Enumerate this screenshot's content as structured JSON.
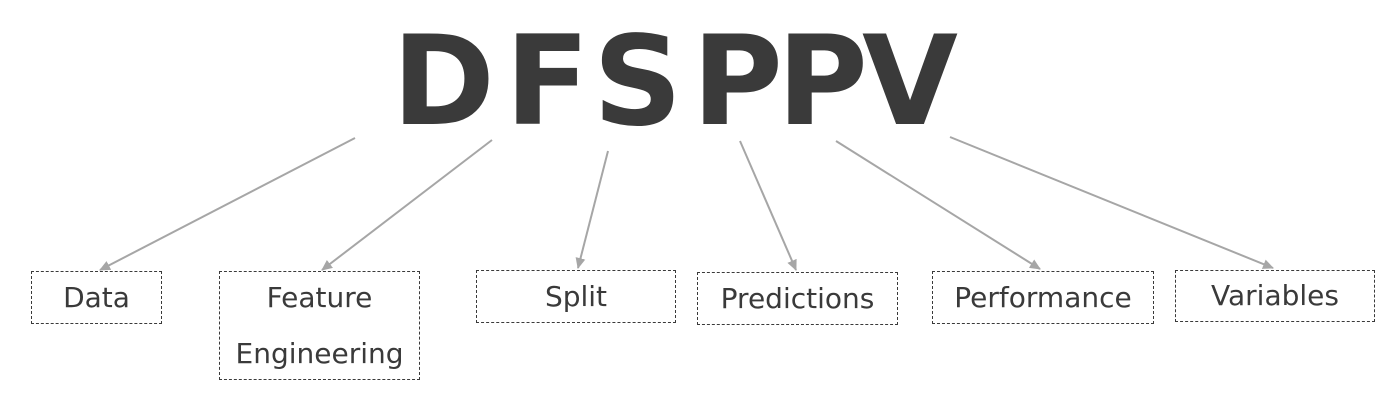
{
  "acronym": {
    "letters": [
      "D",
      "F",
      "S",
      "P",
      "P",
      "V"
    ]
  },
  "boxes": {
    "data": "Data",
    "feature_line1": "Feature",
    "feature_line2": "Engineering",
    "split": "Split",
    "predictions": "Predictions",
    "performance": "Performance",
    "variables": "Variables"
  },
  "colors": {
    "text": "#3a3a3a",
    "arrow": "#a6a6a6"
  }
}
